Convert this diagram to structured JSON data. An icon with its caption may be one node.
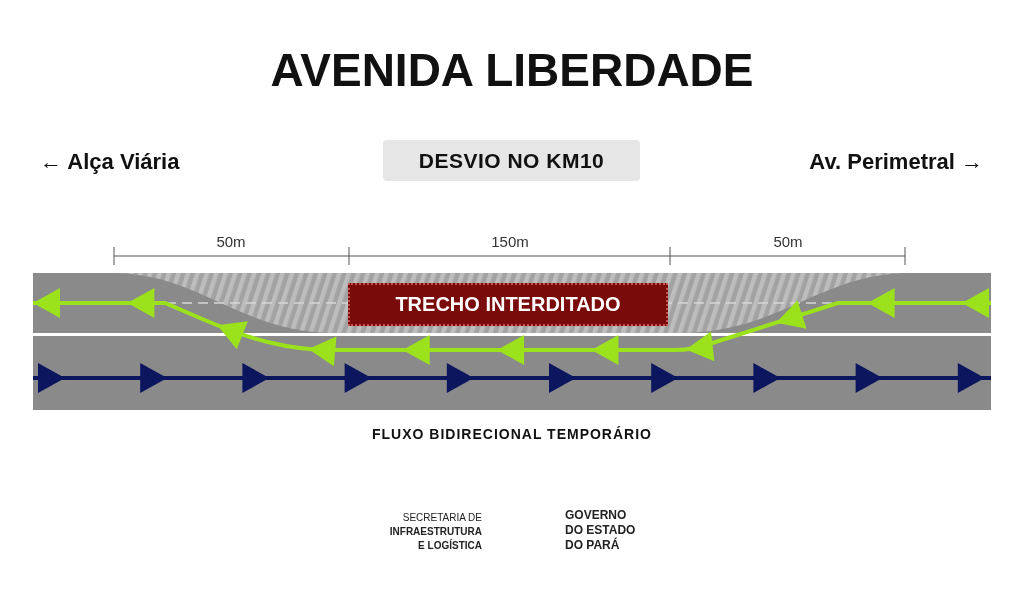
{
  "diagram": {
    "title": "AVENIDA LIBERDADE",
    "nodes": [
      {
        "text": [
          "DESVIO NO KM10"
        ]
      },
      {
        "text": [
          "TRECHO INTERDITADO"
        ]
      }
    ],
    "labels": [
      "← Alça Viária",
      "Av. Perimetral →",
      "50m",
      "150m",
      "50m",
      "FLUXO BIDIRECIONAL TEMPORÁRIO",
      "SECRETARIA DE **INFRAESTRUTURA E LOGÍSTICA**",
      "GOVERNO DO ESTADO DO PARÁ"
    ]
  }
}
